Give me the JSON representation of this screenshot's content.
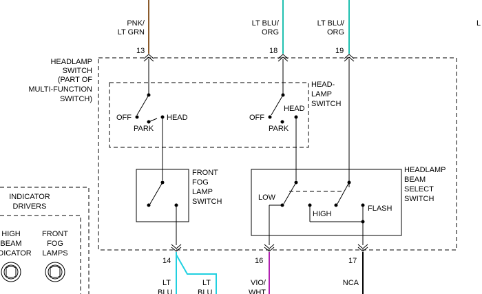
{
  "colors": {
    "wire_pnk_lt_grn": "#8b5a2b",
    "wire_lt_blu_org": "#20c0b0",
    "wire_lt_blu": "#20d0e0",
    "wire_vio_wht": "#b020b0",
    "wire_nca": "#000000"
  },
  "wires_top": [
    {
      "color_line1": "PNK/",
      "color_line2": "LT GRN",
      "pin": "13"
    },
    {
      "color_line1": "LT BLU/",
      "color_line2": "ORG",
      "pin": "18"
    },
    {
      "color_line1": "LT BLU/",
      "color_line2": "ORG",
      "pin": "19"
    },
    {
      "partial": "L"
    }
  ],
  "headlamp_switch": {
    "label_lines": [
      "HEADLAMP",
      "SWITCH",
      "(PART OF",
      "MULTI-FUNCTION",
      "SWITCH)"
    ],
    "inner_label_lines": [
      "HEAD-",
      "LAMP",
      "SWITCH"
    ],
    "left_off": "OFF",
    "left_head": "HEAD",
    "left_park": "PARK",
    "right_off": "OFF",
    "right_head": "HEAD",
    "right_park": "PARK"
  },
  "fog_lamp_switch": {
    "label_lines": [
      "FRONT",
      "FOG",
      "LAMP",
      "SWITCH"
    ]
  },
  "beam_select_switch": {
    "label_lines": [
      "HEADLAMP",
      "BEAM",
      "SELECT",
      "SWITCH"
    ],
    "low": "LOW",
    "high": "HIGH",
    "flash": "FLASH"
  },
  "bottom_pins": [
    {
      "pin": "14",
      "wire_line1": "LT",
      "wire_line2": "BLU",
      "wire2_line1": "LT",
      "wire2_line2": "BLU"
    },
    {
      "pin": "16",
      "wire_line1": "VIO/",
      "wire_line2": "WHT"
    },
    {
      "pin": "17",
      "wire_line1": "NCA"
    }
  ],
  "indicator_drivers": {
    "title_lines": [
      "INDICATOR",
      "DRIVERS"
    ],
    "high_beam_lines": [
      "HIGH",
      "BEAM",
      "INDICATOR"
    ],
    "fog_lamps_lines": [
      "FRONT",
      "FOG",
      "LAMPS"
    ]
  }
}
